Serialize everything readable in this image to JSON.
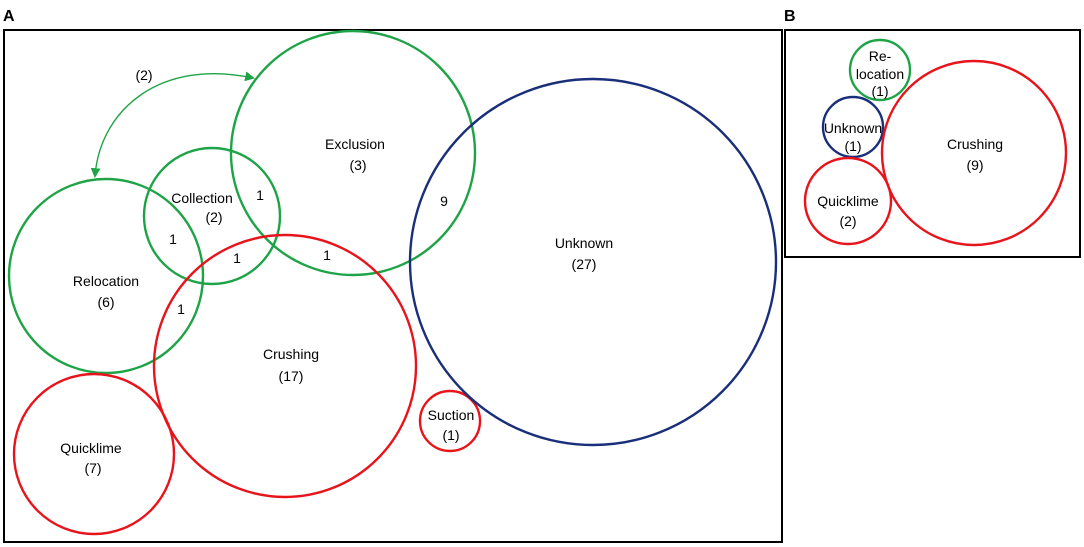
{
  "colors": {
    "remedial": "#e8141b",
    "translocation": "#1fa347",
    "unknown": "#1a2f7a"
  },
  "panel_a": {
    "letter": "A",
    "circles": {
      "exclusion": {
        "name": "Exclusion",
        "count": "(3)"
      },
      "collection": {
        "name": "Collection",
        "count": "(2)"
      },
      "relocation": {
        "name": "Relocation",
        "count": "(6)"
      },
      "crushing": {
        "name": "Crushing",
        "count": "(17)"
      },
      "quicklime": {
        "name": "Quicklime",
        "count": "(7)"
      },
      "suction": {
        "name": "Suction",
        "count": "(1)"
      },
      "unknown": {
        "name": "Unknown",
        "count": "(27)"
      }
    },
    "overlaps": {
      "collection_exclusion": "1",
      "collection_relocation": "1",
      "collection_crushing": "1",
      "exclusion_crushing": "1",
      "relocation_crushing": "1",
      "exclusion_unknown": "9"
    },
    "arrow_label": "(2)"
  },
  "panel_b": {
    "letter": "B",
    "circles": {
      "relocation": {
        "name_line1": "Re-",
        "name_line2": "location",
        "count": "(1)"
      },
      "unknown": {
        "name": "Unknown",
        "count": "(1)"
      },
      "crushing": {
        "name": "Crushing",
        "count": "(9)"
      },
      "quicklime": {
        "name": "Quicklime",
        "count": "(2)"
      }
    }
  }
}
